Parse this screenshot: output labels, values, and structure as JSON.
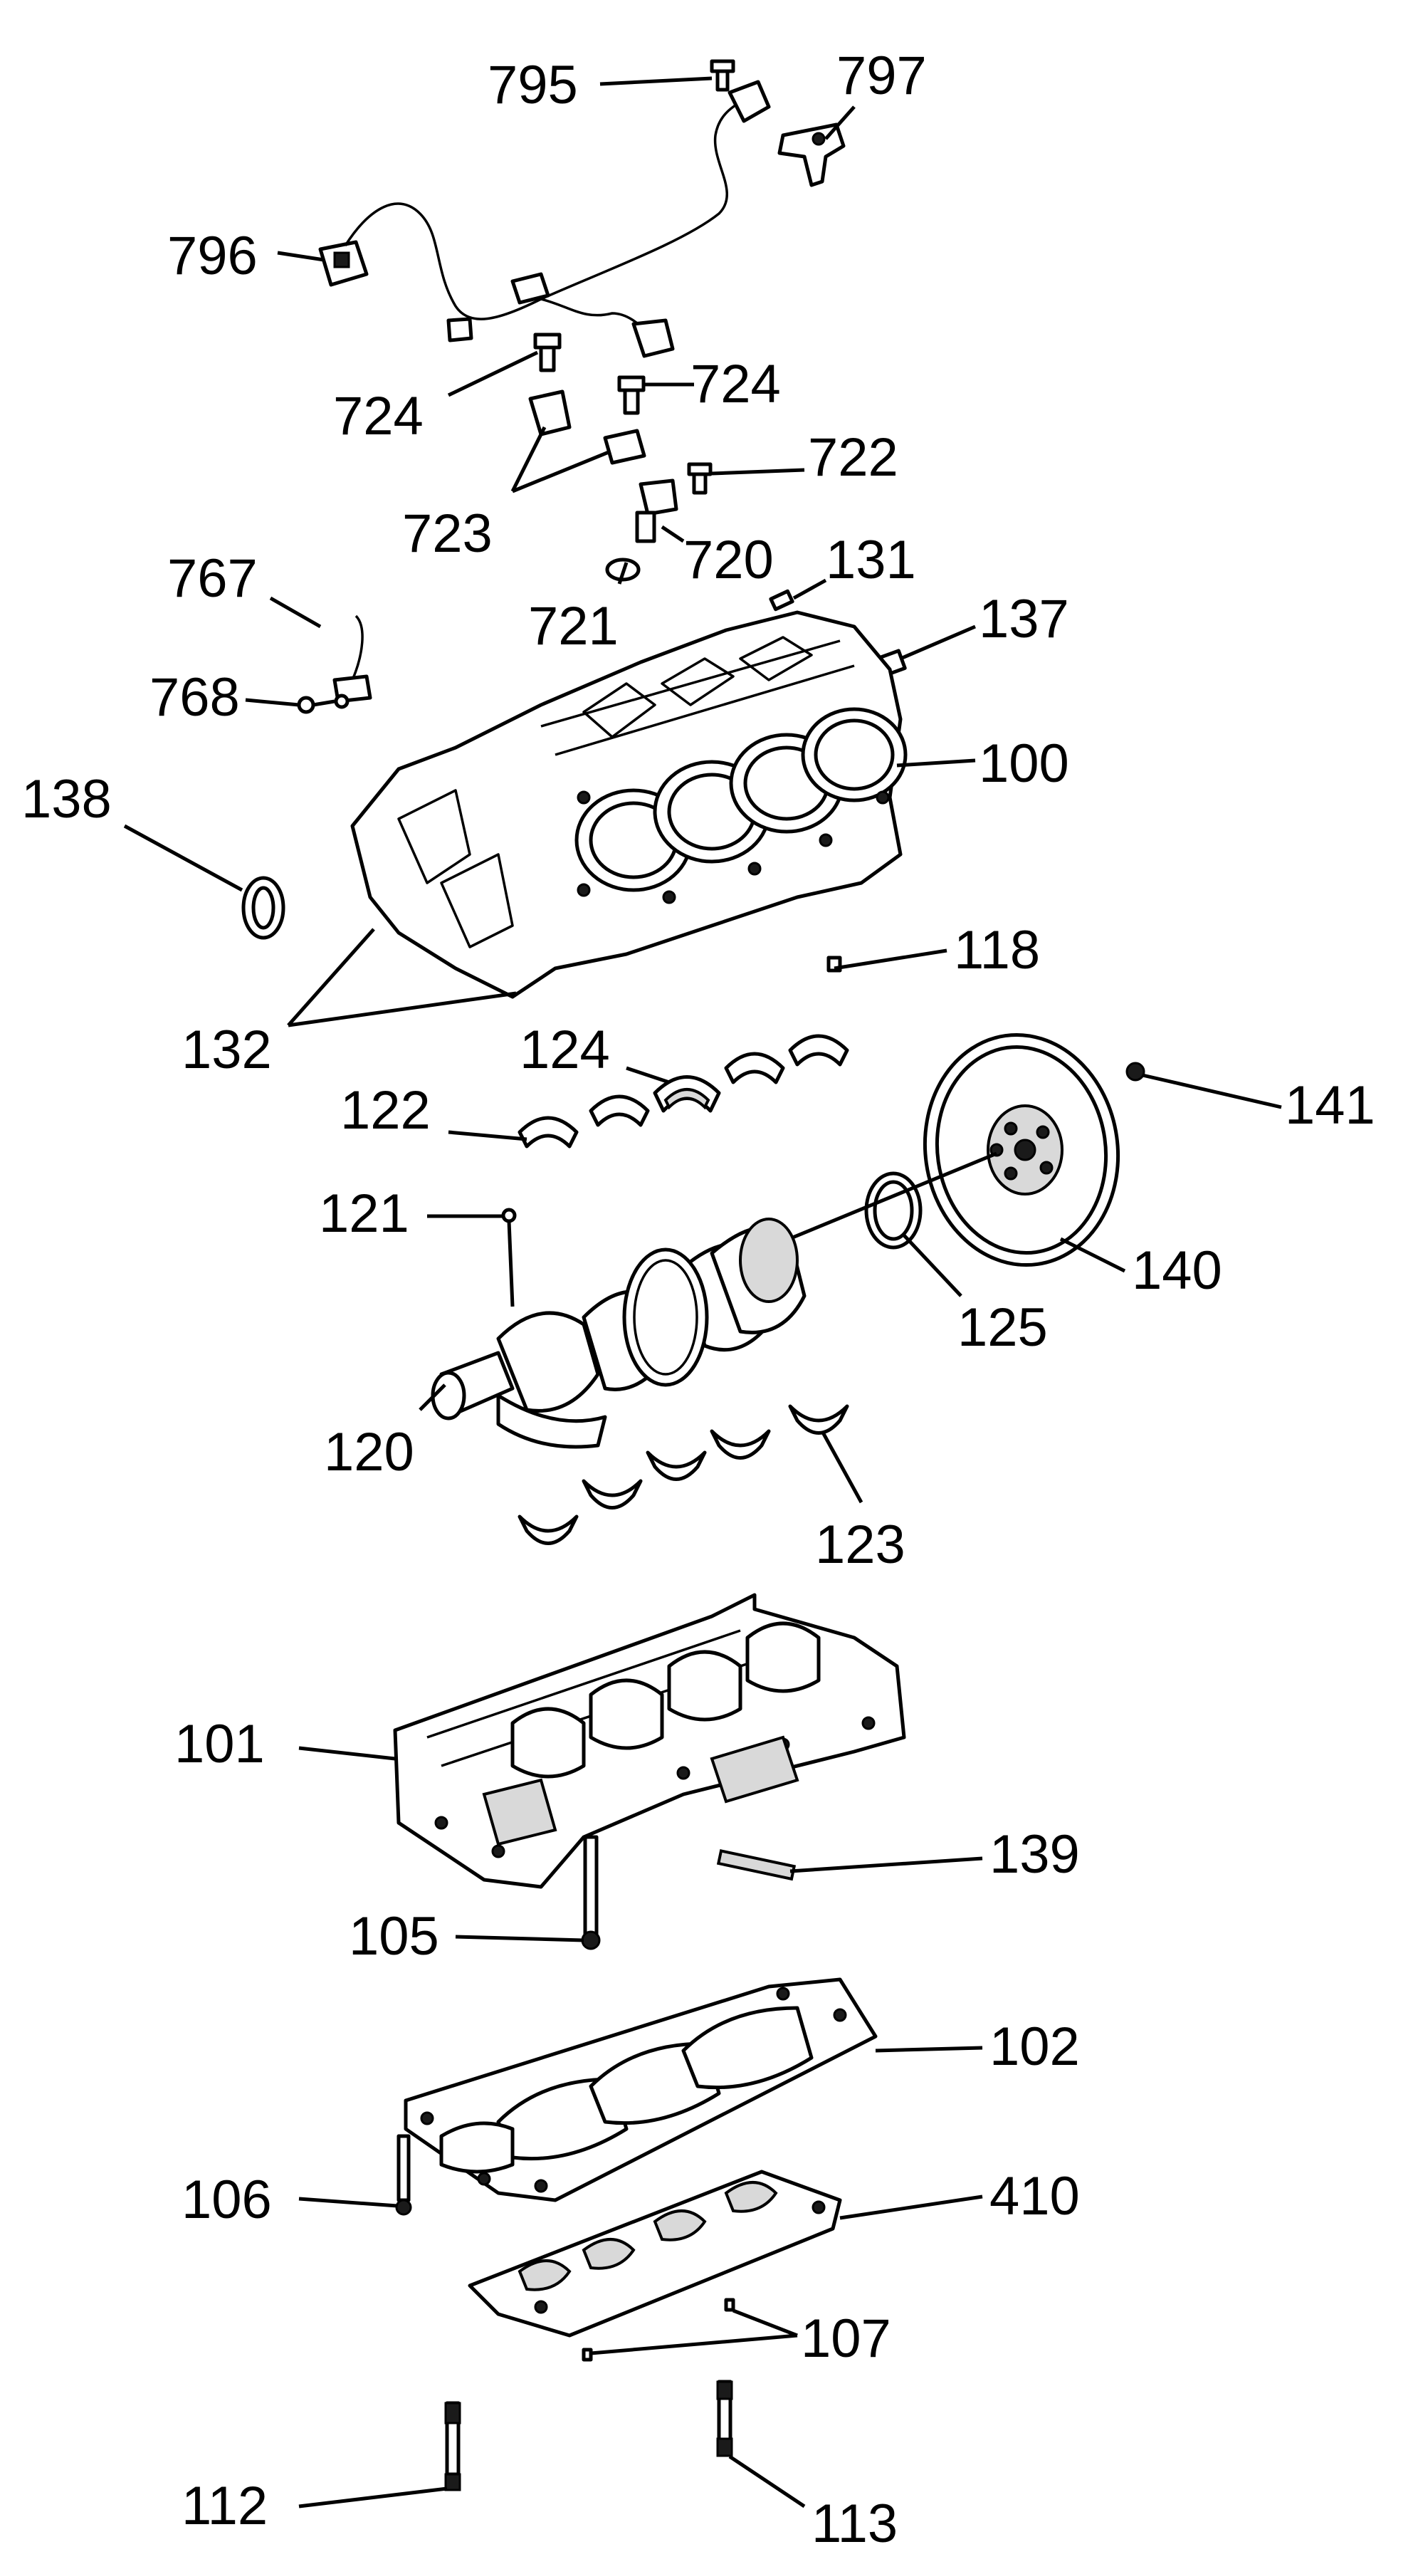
{
  "diagram": {
    "callouts": [
      {
        "id": "795",
        "label": "795"
      },
      {
        "id": "797",
        "label": "797"
      },
      {
        "id": "796",
        "label": "796"
      },
      {
        "id": "724a",
        "label": "724"
      },
      {
        "id": "724b",
        "label": "724"
      },
      {
        "id": "722",
        "label": "722"
      },
      {
        "id": "723",
        "label": "723"
      },
      {
        "id": "720",
        "label": "720"
      },
      {
        "id": "767",
        "label": "767"
      },
      {
        "id": "131",
        "label": "131"
      },
      {
        "id": "721",
        "label": "721"
      },
      {
        "id": "137",
        "label": "137"
      },
      {
        "id": "768",
        "label": "768"
      },
      {
        "id": "100",
        "label": "100"
      },
      {
        "id": "138",
        "label": "138"
      },
      {
        "id": "118",
        "label": "118"
      },
      {
        "id": "132",
        "label": "132"
      },
      {
        "id": "124",
        "label": "124"
      },
      {
        "id": "141",
        "label": "141"
      },
      {
        "id": "122",
        "label": "122"
      },
      {
        "id": "121",
        "label": "121"
      },
      {
        "id": "140",
        "label": "140"
      },
      {
        "id": "125",
        "label": "125"
      },
      {
        "id": "120",
        "label": "120"
      },
      {
        "id": "123",
        "label": "123"
      },
      {
        "id": "101",
        "label": "101"
      },
      {
        "id": "139",
        "label": "139"
      },
      {
        "id": "105",
        "label": "105"
      },
      {
        "id": "102",
        "label": "102"
      },
      {
        "id": "106",
        "label": "106"
      },
      {
        "id": "410",
        "label": "410"
      },
      {
        "id": "107",
        "label": "107"
      },
      {
        "id": "112",
        "label": "112"
      },
      {
        "id": "113",
        "label": "113"
      }
    ]
  }
}
